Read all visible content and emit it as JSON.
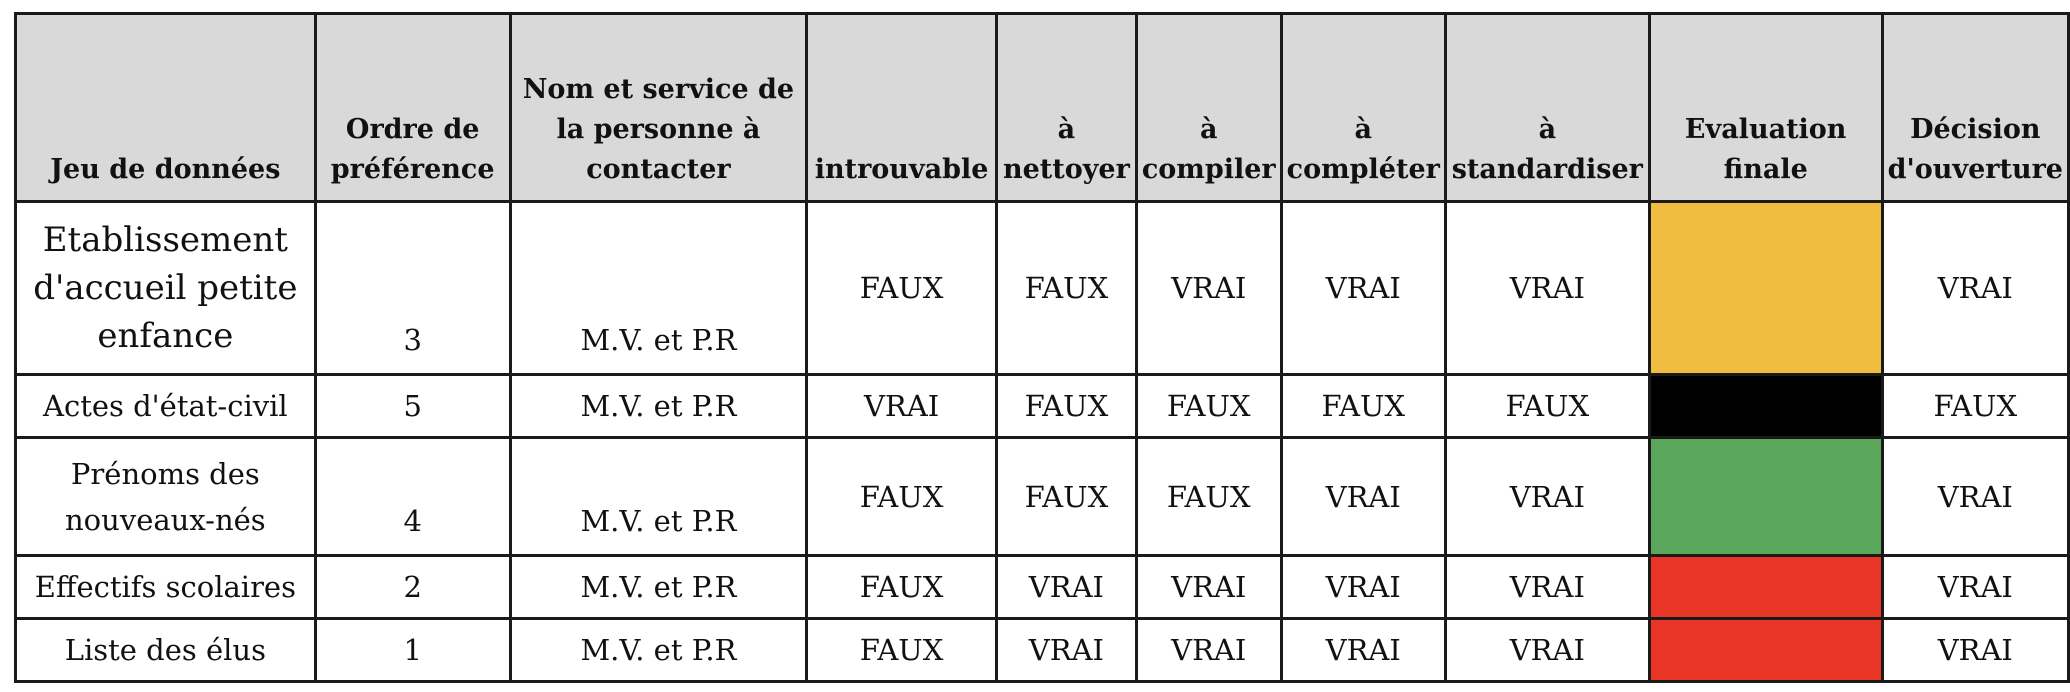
{
  "headers": {
    "dataset": "Jeu de données",
    "order": "Ordre de préférence",
    "contact": "Nom et service de la personne à contacter",
    "introuvable": "introuvable",
    "nettoyer": "à nettoyer",
    "compiler": "à compiler",
    "completer": "à compléter",
    "standardiser": "à standardiser",
    "evaluation": "Evaluation finale",
    "decision": "Décision d'ouverture"
  },
  "rows": [
    {
      "dataset": "Etablissement d'accueil petite enfance",
      "order": "3",
      "contact": "M.V. et P.R",
      "introuvable": "FAUX",
      "nettoyer": "FAUX",
      "compiler": "VRAI",
      "completer": "VRAI",
      "standardiser": "VRAI",
      "evaluation_color": "#f1bd40",
      "decision": "VRAI"
    },
    {
      "dataset": "Actes d'état-civil",
      "order": "5",
      "contact": "M.V. et P.R",
      "introuvable": "VRAI",
      "nettoyer": "FAUX",
      "compiler": "FAUX",
      "completer": "FAUX",
      "standardiser": "FAUX",
      "evaluation_color": "#000000",
      "decision": "FAUX"
    },
    {
      "dataset": "Prénoms des nouveaux-nés",
      "order": "4",
      "contact": "M.V. et P.R",
      "introuvable": "FAUX",
      "nettoyer": "FAUX",
      "compiler": "FAUX",
      "completer": "VRAI",
      "standardiser": "VRAI",
      "evaluation_color": "#5aa75c",
      "decision": "VRAI"
    },
    {
      "dataset": "Effectifs scolaires",
      "order": "2",
      "contact": "M.V. et P.R",
      "introuvable": "FAUX",
      "nettoyer": "VRAI",
      "compiler": "VRAI",
      "completer": "VRAI",
      "standardiser": "VRAI",
      "evaluation_color": "#e83526",
      "decision": "VRAI"
    },
    {
      "dataset": "Liste des élus",
      "order": "1",
      "contact": "M.V. et P.R",
      "introuvable": "FAUX",
      "nettoyer": "VRAI",
      "compiler": "VRAI",
      "completer": "VRAI",
      "standardiser": "VRAI",
      "evaluation_color": "#e83526",
      "decision": "VRAI"
    }
  ]
}
